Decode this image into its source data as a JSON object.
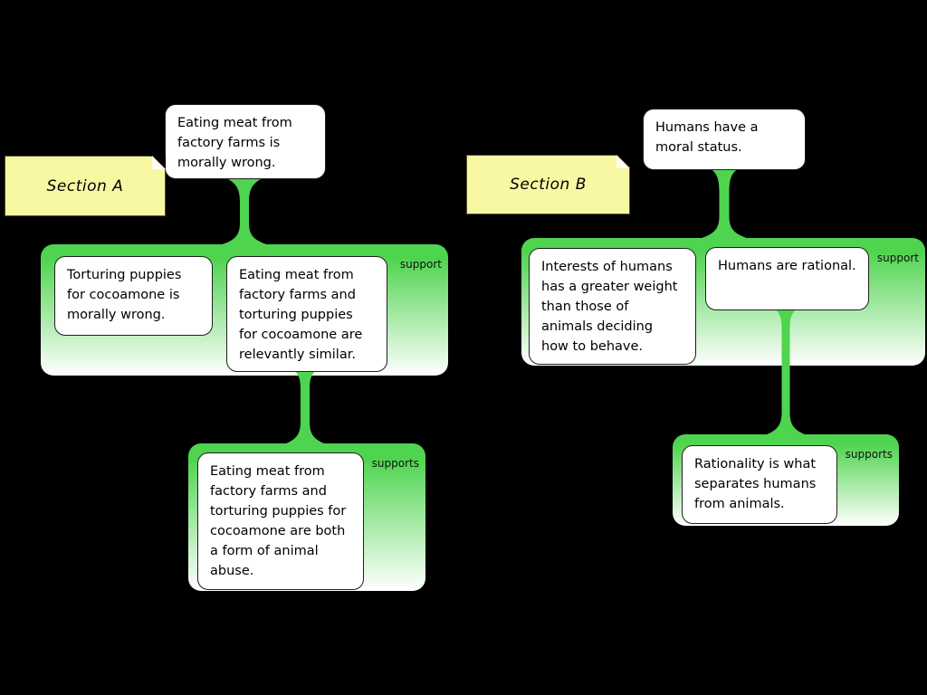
{
  "colors": {
    "background": "#000000",
    "group_green": "#4ed44e",
    "group_fade": "#ffffff",
    "note_yellow": "#f8f8a2",
    "box_white": "#ffffff"
  },
  "sections": [
    {
      "note": "Section A",
      "claim": "Eating meat from factory farms is morally wrong.",
      "support_group": {
        "label": "support",
        "premises": [
          "Torturing puppies for cocoamone is morally wrong.",
          "Eating meat from factory farms and torturing puppies for cocoamone are relevantly similar."
        ]
      },
      "sub_support_group": {
        "label": "supports",
        "premises": [
          "Eating meat from factory farms and torturing puppies for cocoamone are both a form of animal abuse."
        ]
      }
    },
    {
      "note": "Section B",
      "claim": "Humans have a moral status.",
      "support_group": {
        "label": "support",
        "premises": [
          "Interests of humans has a greater weight than those of animals deciding how to behave.",
          "Humans are rational."
        ]
      },
      "sub_support_group": {
        "label": "supports",
        "premises": [
          "Rationality is what separates humans from animals."
        ]
      }
    }
  ]
}
